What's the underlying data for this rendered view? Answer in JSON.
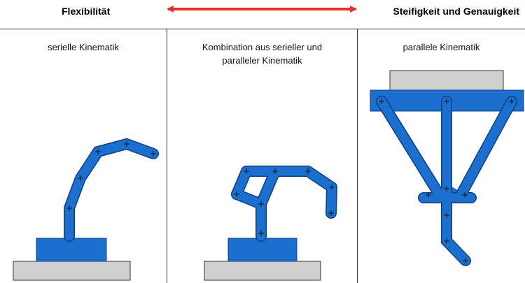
{
  "header": {
    "left_label": "Flexibilität",
    "right_label": "Steifigkeit und Genauigkeit",
    "arrow_color": "#e8302c"
  },
  "columns": [
    {
      "title": "serielle Kinematik"
    },
    {
      "title_line1": "Kombination aus serieller und",
      "title_line2": "paralleler Kinematik"
    },
    {
      "title": "parallele Kinematik"
    }
  ],
  "colors": {
    "link_blue": "#1a6fcf",
    "link_outline": "#0d3f86",
    "base_gray": "#cfcfcf",
    "outline_dark": "#333333"
  },
  "icons": [
    "double-arrow-icon",
    "joint-icon"
  ]
}
